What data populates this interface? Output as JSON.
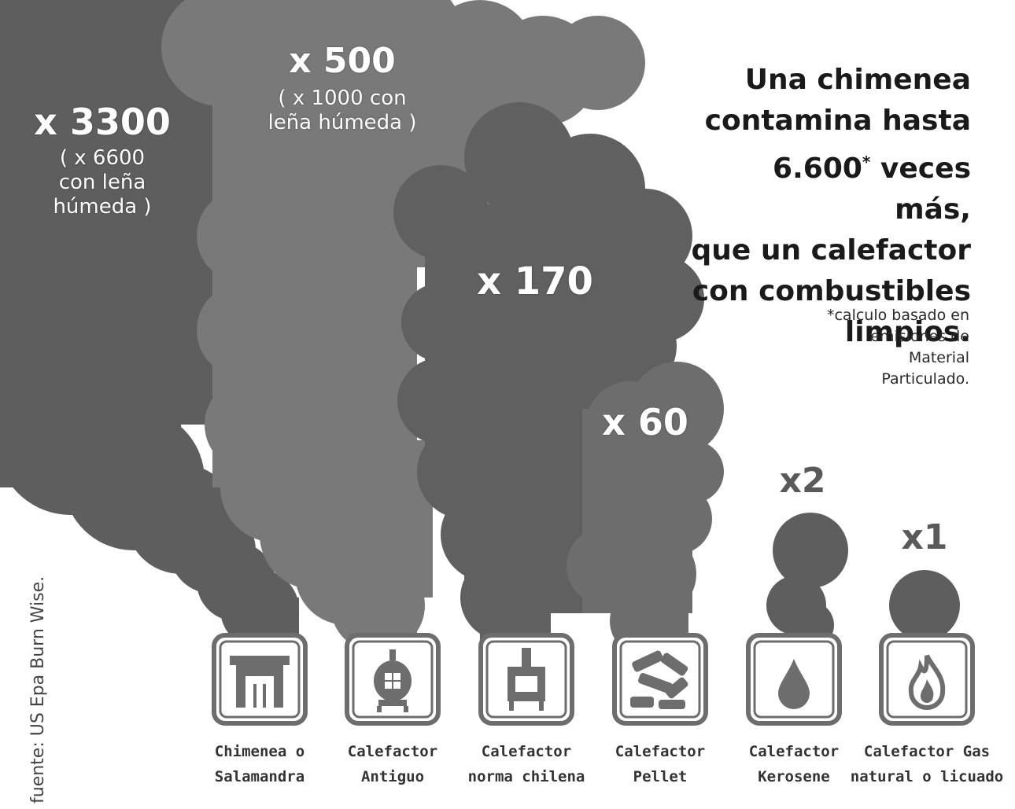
{
  "headline": {
    "line1": "Una chimenea",
    "line2": "contamina hasta",
    "line3_value": "6.600",
    "line3_mark": "*",
    "line3_rest": " veces más,",
    "line4": "que un calefactor",
    "line5": "con combustibles",
    "line6": "limpios."
  },
  "footnote": {
    "line1": "*calculo basado en",
    "line2": "emisiones de",
    "line3": "Material",
    "line4": "Particulado."
  },
  "source": "fuente: US Epa Burn Wise.",
  "heaters": [
    {
      "name_line1": "Chimenea o",
      "name_line2": "Salamandra",
      "factor": "x 3300",
      "factor_note": [
        "( x 6600",
        "con leña",
        "húmeda )"
      ],
      "icon": "fireplace-icon"
    },
    {
      "name_line1": "Calefactor",
      "name_line2": "Antiguo",
      "factor": "x 500",
      "factor_note": [
        "( x 1000 con",
        "leña húmeda )"
      ],
      "icon": "old-stove-icon"
    },
    {
      "name_line1": "Calefactor",
      "name_line2": "norma chilena",
      "factor": "x 170",
      "icon": "wood-stove-icon"
    },
    {
      "name_line1": "Calefactor",
      "name_line2": "Pellet",
      "factor": "x 60",
      "icon": "pellet-icon"
    },
    {
      "name_line1": "Calefactor",
      "name_line2": "Kerosene",
      "factor": "x2",
      "icon": "drop-icon"
    },
    {
      "name_line1": "Calefactor Gas",
      "name_line2": "natural o licuado",
      "factor": "x1",
      "icon": "flame-icon"
    }
  ],
  "colors": {
    "smoke_dark": "#5e5e5e",
    "smoke_mid": "#797979",
    "icon_stroke": "#707070",
    "text_dark": "#1a1a1a"
  }
}
